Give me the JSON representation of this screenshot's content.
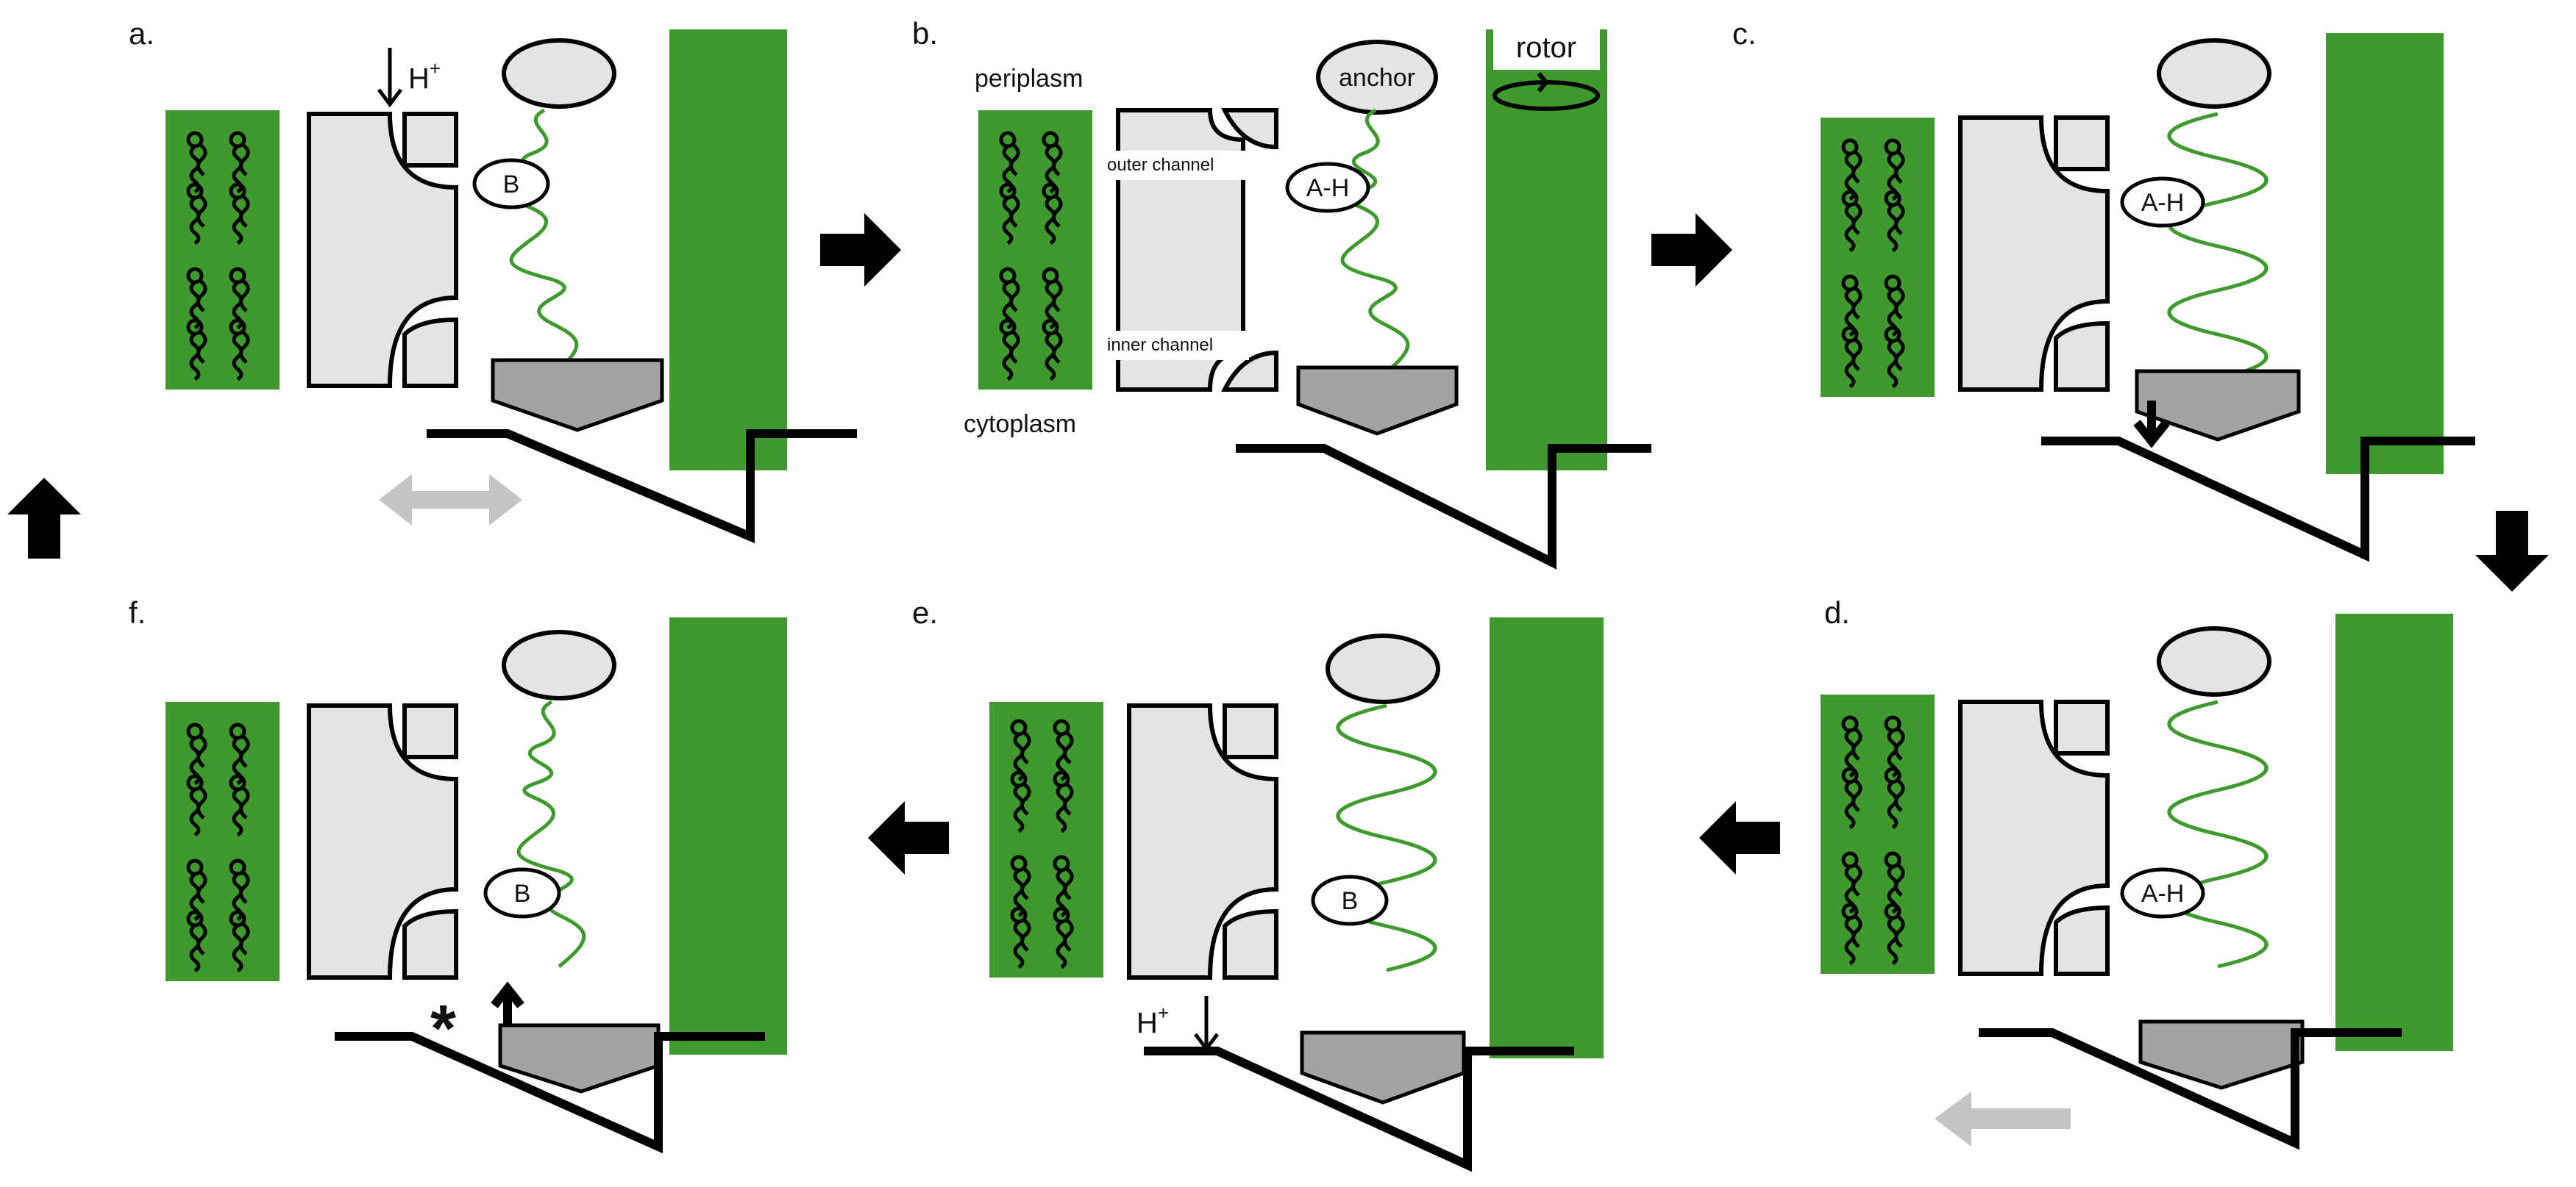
{
  "colors": {
    "green": "#3f9a2e",
    "light_gray": "#e4e4e4",
    "dark_gray": "#a3a3a3",
    "black": "#000000",
    "arrow_gray": "#c4c4c4"
  },
  "panels": [
    {
      "letter": "a.",
      "proton": "H",
      "site_label": "B",
      "helix": "unfolded"
    },
    {
      "letter": "b.",
      "site_label": "A-H",
      "helix": "unfolded",
      "region_top": "periplasm",
      "region_bottom": "cytoplasm",
      "outer_channel": "outer channel",
      "inner_channel": "inner channel",
      "anchor_label": "anchor",
      "rotor_label": "rotor"
    },
    {
      "letter": "c.",
      "site_label": "A-H",
      "helix": "folded"
    },
    {
      "letter": "d.",
      "site_label": "A-H",
      "helix": "folded"
    },
    {
      "letter": "e.",
      "proton": "H",
      "site_label": "B",
      "helix": "folded"
    },
    {
      "letter": "f.",
      "site_label": "B",
      "helix": "unfolded",
      "marker": "*"
    }
  ],
  "proton_superscript": "+",
  "icons": [
    "flow-arrow-right",
    "flow-arrow-down",
    "flow-arrow-left",
    "flow-arrow-up",
    "lipid-icon",
    "rotor-rotation-icon",
    "double-arrow-icon"
  ]
}
